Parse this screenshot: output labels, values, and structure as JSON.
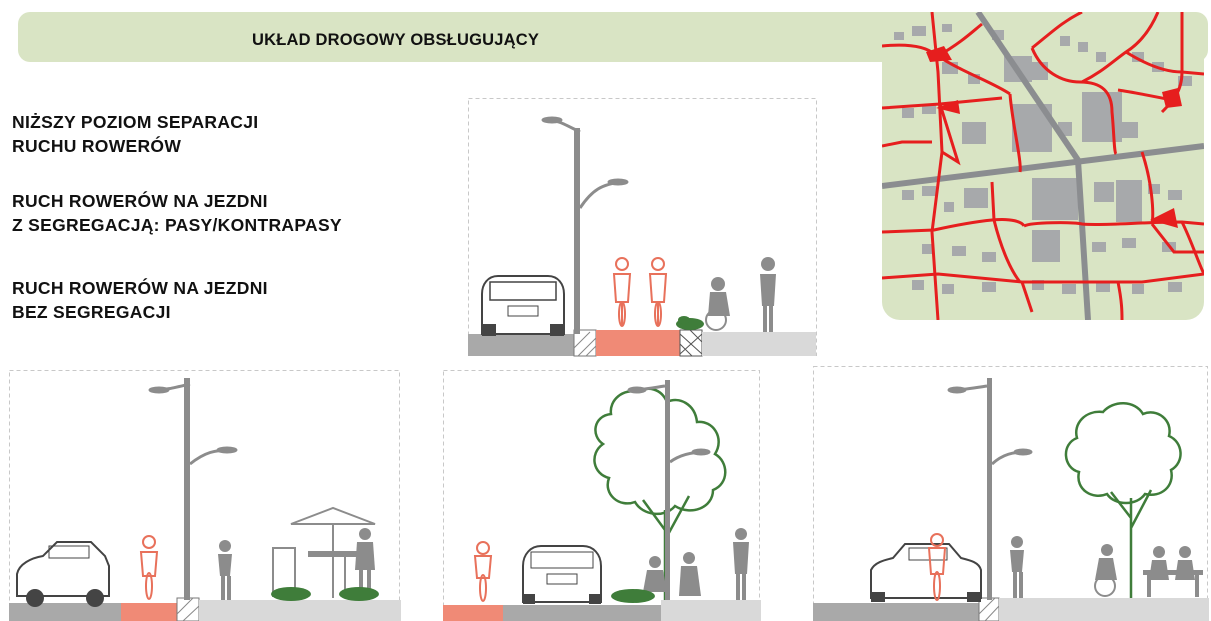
{
  "banner": {
    "title": "UKŁAD DROGOWY OBSŁUGUJĄCY",
    "color": "#d9e4c4"
  },
  "headings": [
    {
      "lines": [
        "NIŻSZY POZIOM SEPARACJI",
        "RUCHU ROWERÓW"
      ]
    },
    {
      "lines": [
        "RUCH ROWERÓW NA JEZDNI",
        "Z SEGREGACJĄ: PASY/KONTRAPASY"
      ]
    },
    {
      "lines": [
        "RUCH ROWERÓW NA JEZDNI",
        "BEZ SEGREGACJI"
      ]
    }
  ],
  "colors": {
    "bike": "#e8715b",
    "bike_lane": "#f08a76",
    "road": "#a9a9a9",
    "sidewalk": "#d9d9d9",
    "people": "#8c8c8c",
    "tree": "#3f7d3a",
    "map_roads": "#e61e1e",
    "map_buildings": "#a7a9ab",
    "map_ground": "#d9e4c4"
  },
  "sections": [
    {
      "id": "separated-path",
      "elements": [
        "car",
        "lamp",
        "bike-path",
        "cyclists",
        "planter",
        "wheelchair-user",
        "pedestrian"
      ]
    },
    {
      "id": "bike-lane-cafe",
      "elements": [
        "car",
        "bike-lane",
        "cyclist",
        "lamp",
        "pedestrian",
        "umbrella-table",
        "shrubs"
      ]
    },
    {
      "id": "contraflow-lane-tree",
      "elements": [
        "bike-lane",
        "cyclist",
        "car",
        "tree",
        "lamp",
        "seated-people",
        "pedestrian"
      ]
    },
    {
      "id": "mixed-traffic",
      "elements": [
        "car",
        "cyclist",
        "lamp",
        "pedestrian",
        "wheelchair-user",
        "tree",
        "bench"
      ]
    }
  ]
}
